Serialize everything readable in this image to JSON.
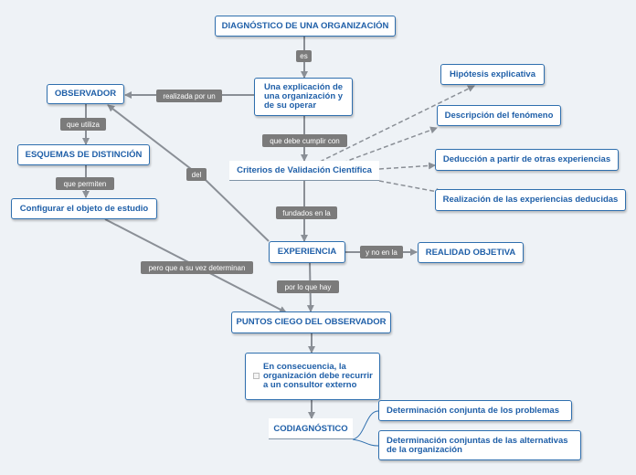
{
  "nodes": {
    "diagnostico": "DIAGNÓSTICO DE UNA ORGANIZACIÓN",
    "explicacion": "Una explicación de una organización y de su operar",
    "observador": "OBSERVADOR",
    "esquemas": "ESQUEMAS DE DISTINCIÓN",
    "configurar": "Configurar el objeto de estudio",
    "criterios": "Criterios de Validación Científica",
    "hipotesis": "Hipótesis explicativa",
    "descripcion": "Descripción del fenómeno",
    "deduccion": "Deducción a partir de otras experiencias",
    "realizacion": "Realización de las experiencias deducidas",
    "experiencia": "EXPERIENCIA",
    "realidad": "REALIDAD OBJETIVA",
    "puntos": "PUNTOS CIEGO DEL OBSERVADOR",
    "consecuencia": "En consecuencia, la organización debe recurrir a un consultor externo",
    "codiagnostico": "CODIAGNÓSTICO",
    "det_problemas": "Determinación conjunta de los problemas",
    "det_alternativas": "Determinación conjuntas de las alternativas de la organización"
  },
  "labels": {
    "es": "es",
    "realizada_por_un": "realizada por un",
    "que_utiliza": "que utiliza",
    "que_permiten": "que permiten",
    "que_debe_cumplir_con": "que debe cumplir con",
    "del": "del",
    "fundados_en_la": "fundados en la",
    "y_no_en_la": "y no en la",
    "pero_que_a_su_vez_determinan": "pero que a su vez determinan",
    "por_lo_que_hay": "por lo que hay"
  }
}
